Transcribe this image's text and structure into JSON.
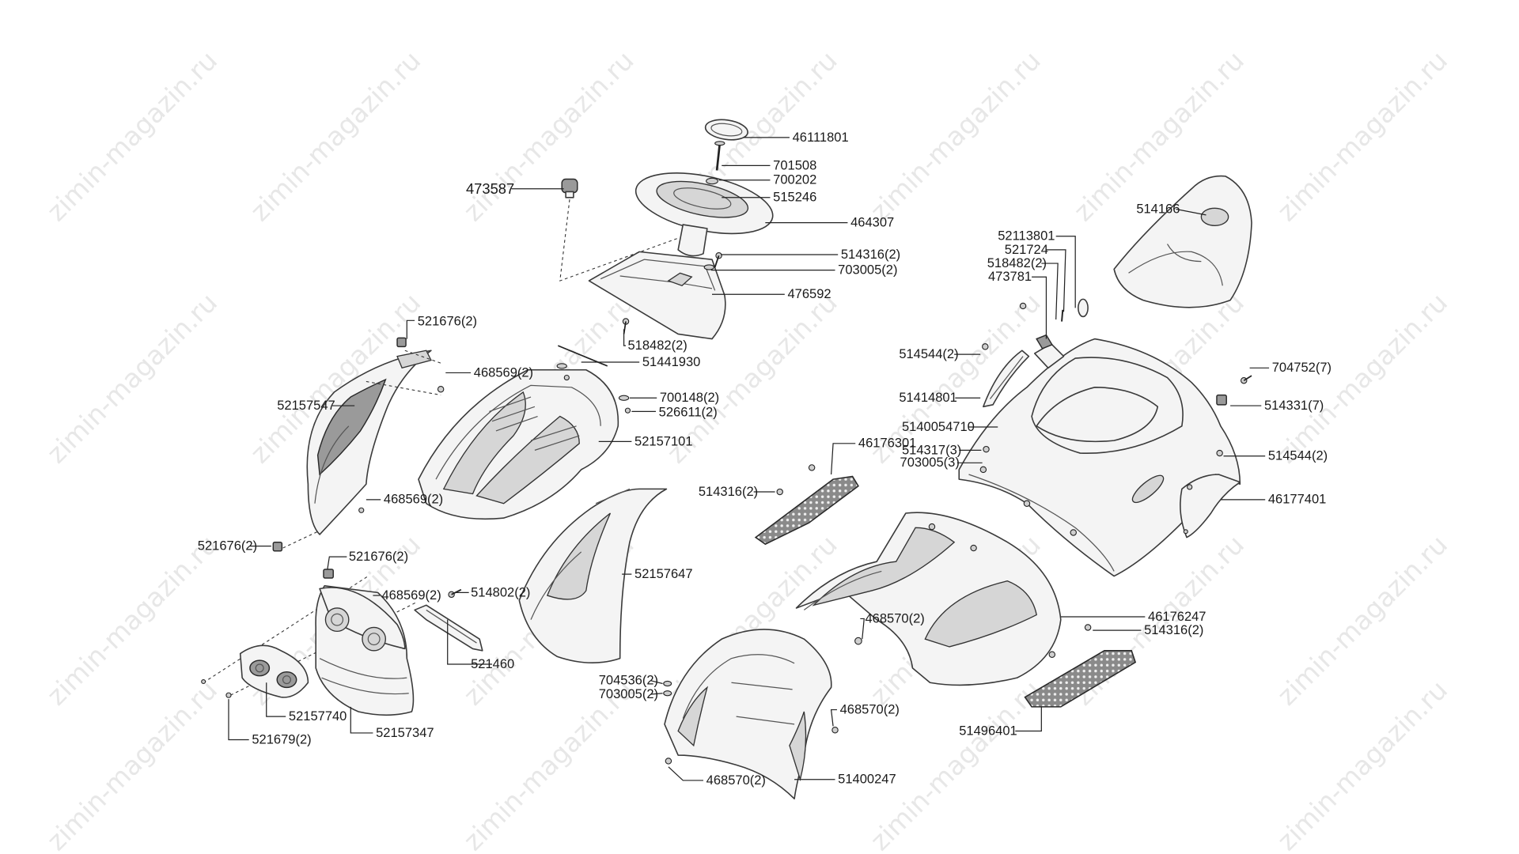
{
  "watermark": "zimin-magazin.ru",
  "labels": {
    "l46111801": "46111801",
    "l701508": "701508",
    "l700202": "700202",
    "l473587": "473587",
    "l515246": "515246",
    "l464307": "464307",
    "l514316_a": "514316(2)",
    "l703005_a": "703005(2)",
    "l476592": "476592",
    "l518482_a": "518482(2)",
    "l521676_a": "521676(2)",
    "l468569_a": "468569(2)",
    "l51441930": "51441930",
    "l52157547": "52157547",
    "l700148": "700148(2)",
    "l526611": "526611(2)",
    "l52157101": "52157101",
    "l468569_b": "468569(2)",
    "l521676_b": "521676(2)",
    "l521676_c": "521676(2)",
    "l468569_c": "468569(2)",
    "l514802": "514802(2)",
    "l52157647": "52157647",
    "l521460": "521460",
    "l52157740": "52157740",
    "l52157347": "52157347",
    "l521679": "521679(2)",
    "l514166": "514166",
    "l52113801": "52113801",
    "l521724": "521724",
    "l518482_b": "518482(2)",
    "l473781": "473781",
    "l514544_a": "514544(2)",
    "l704752": "704752(7)",
    "l514331": "514331(7)",
    "l51414801": "51414801",
    "l5140054710": "5140054710",
    "l46176301": "46176301",
    "l514317": "514317(3)",
    "l703005_b": "703005(3)",
    "l514544_b": "514544(2)",
    "l514316_b": "514316(2)",
    "l46177401": "46177401",
    "l468570_a": "468570(2)",
    "l46176247": "46176247",
    "l514316_c": "514316(2)",
    "l704536": "704536(2)",
    "l703005_c": "703005(2)",
    "l468570_b": "468570(2)",
    "l51496401": "51496401",
    "l468570_c": "468570(2)",
    "l51400247": "51400247"
  }
}
